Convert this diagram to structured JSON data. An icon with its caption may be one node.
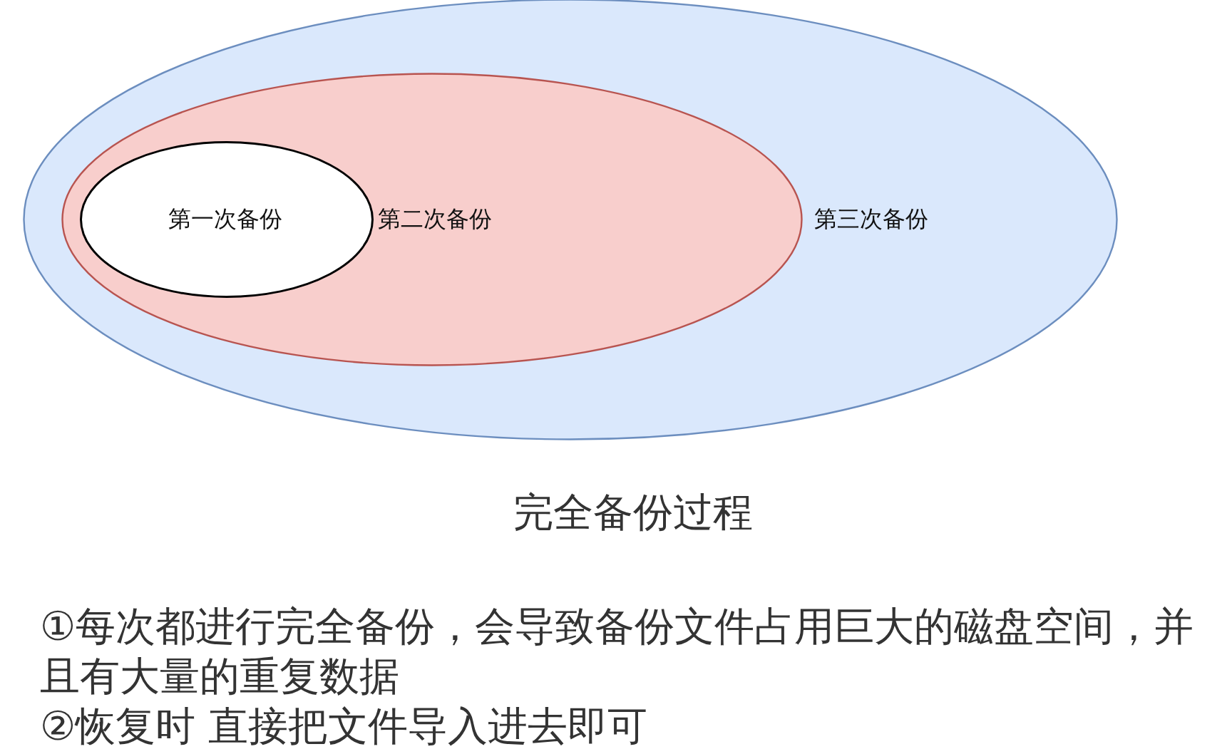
{
  "diagram": {
    "title": "完全备份过程",
    "nodes": [
      {
        "text": [
          "第三次备份"
        ]
      },
      {
        "text": [
          "第二次备份"
        ],
        "in": 0
      },
      {
        "text": [
          "第一次备份"
        ],
        "in": 1
      }
    ],
    "labels": [
      "①每次都进行完全备份，会导致备份文件占用巨大的磁盘空间，并且有大量的重复数据",
      "②恢复时 直接把文件导入进去即可"
    ]
  }
}
